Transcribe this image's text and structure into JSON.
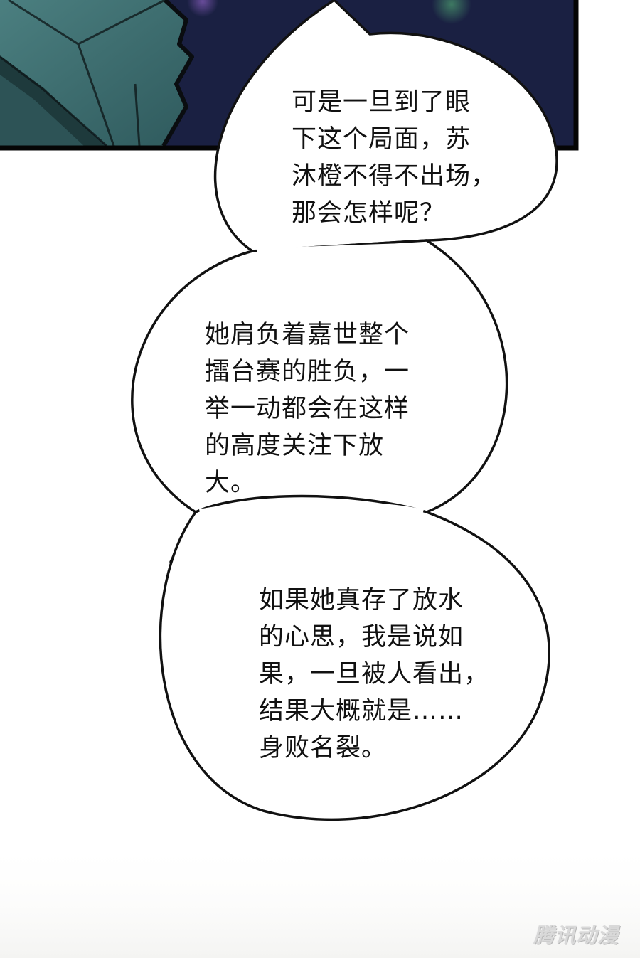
{
  "bubbles": [
    {
      "text": "可是一旦到了眼\n下这个局面，苏\n沐橙不得不出场，\n那会怎样呢？"
    },
    {
      "text": "她肩负着嘉世整个\n擂台赛的胜负，一\n举一动都会在这样\n的高度关注下放大。"
    },
    {
      "text": "如果她真存了放水\n的心思，我是说如\n果，一旦被人看出，\n结果大概就是……\n身败名裂。"
    }
  ],
  "watermark": {
    "text": "腾讯动漫"
  },
  "colors": {
    "panel_background": "#1a2042",
    "figure_teal": "#3b6f70",
    "border": "#050505",
    "bubble_fill": "#ffffff",
    "bubble_outline": "#111111"
  }
}
